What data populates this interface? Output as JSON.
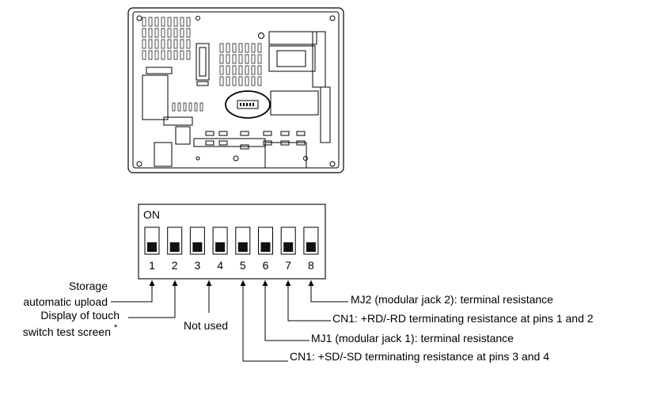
{
  "dip_switch": {
    "on_label": "ON",
    "positions": [
      "1",
      "2",
      "3",
      "4",
      "5",
      "6",
      "7",
      "8"
    ]
  },
  "callouts": {
    "sw1_line1": "Storage",
    "sw1_line2": "automatic upload",
    "sw2_line1": "Display of touch",
    "sw2_line2": "switch test screen",
    "sw2_note": "*",
    "sw34": "Not used",
    "sw8": "MJ2 (modular jack 2): terminal resistance",
    "sw7": "CN1: +RD/-RD terminating resistance at pins 1 and 2",
    "sw6": "MJ1 (modular jack 1): terminal resistance",
    "sw5": "CN1: +SD/-SD terminating resistance at pins 3 and 4"
  },
  "colors": {
    "line": "#000000",
    "background": "#ffffff",
    "knob": "#111111"
  }
}
